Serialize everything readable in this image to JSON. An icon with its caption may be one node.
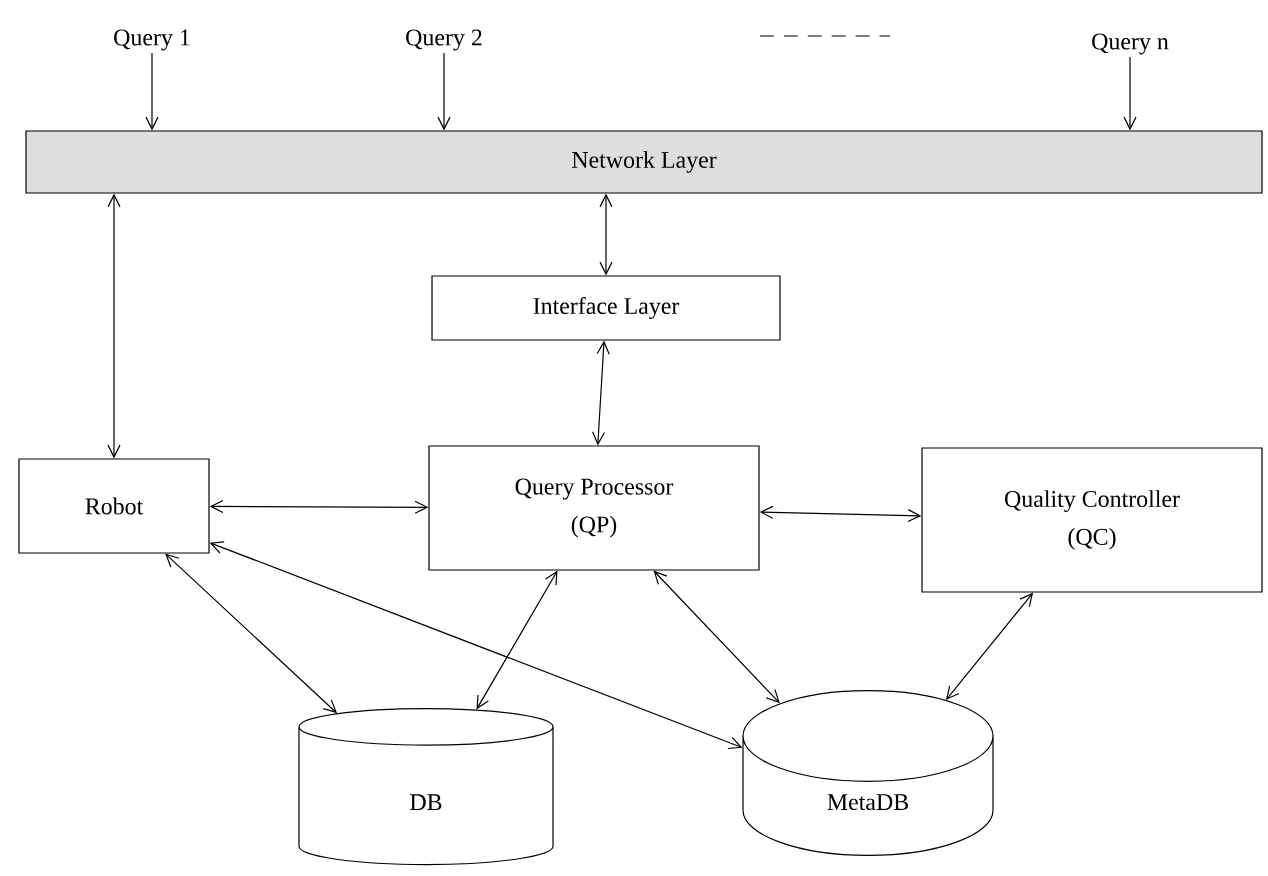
{
  "diagram": {
    "nodes": [
      {
        "text": [
          "Query 1"
        ]
      },
      {
        "text": [
          "Query 2"
        ]
      },
      {
        "text": [
          "Query n"
        ]
      },
      {
        "text": [
          "Network Layer"
        ]
      },
      {
        "text": [
          "Interface Layer"
        ]
      },
      {
        "text": [
          "Robot"
        ]
      },
      {
        "text": [
          "Query Processor",
          "(QP)"
        ]
      },
      {
        "text": [
          "Quality Controller",
          "(QC)"
        ]
      },
      {
        "text": [
          "DB"
        ]
      },
      {
        "text": [
          "MetaDB"
        ]
      }
    ],
    "edges": [
      {
        "from": 0,
        "to": 3,
        "arrow": "to"
      },
      {
        "from": 1,
        "to": 3,
        "arrow": "to"
      },
      {
        "from": 2,
        "to": 3,
        "arrow": "to"
      },
      {
        "from": 3,
        "to": 5,
        "arrow": "both"
      },
      {
        "from": 3,
        "to": 4,
        "arrow": "both"
      },
      {
        "from": 4,
        "to": 6,
        "arrow": "both"
      },
      {
        "from": 5,
        "to": 6,
        "arrow": "both"
      },
      {
        "from": 6,
        "to": 7,
        "arrow": "both"
      },
      {
        "from": 5,
        "to": 8,
        "arrow": "both"
      },
      {
        "from": 5,
        "to": 9,
        "arrow": "both"
      },
      {
        "from": 6,
        "to": 8,
        "arrow": "both"
      },
      {
        "from": 6,
        "to": 9,
        "arrow": "both"
      },
      {
        "from": 7,
        "to": 9,
        "arrow": "both"
      }
    ]
  }
}
